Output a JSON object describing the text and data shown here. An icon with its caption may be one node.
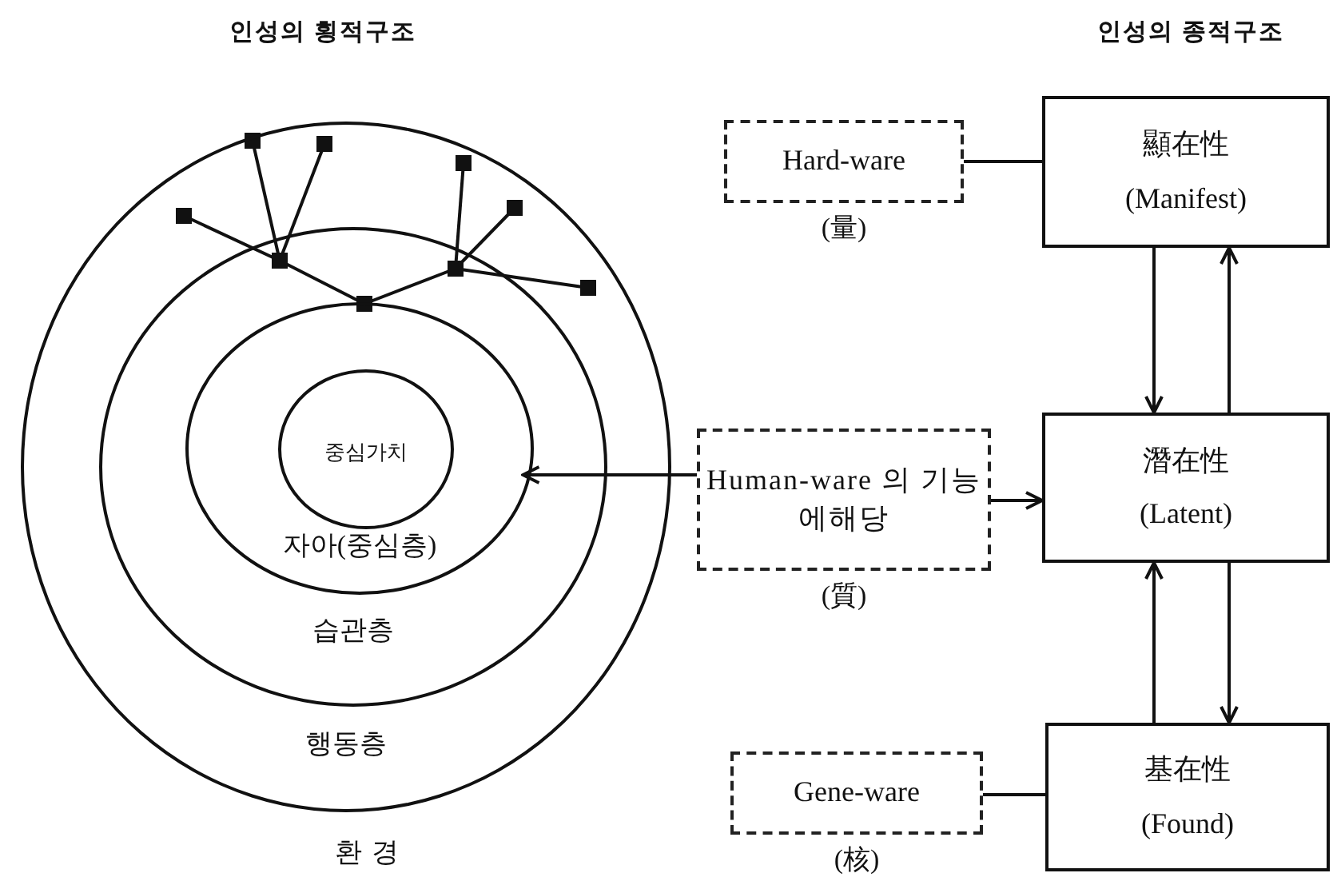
{
  "diagram": {
    "nodes": [
      {
        "text": [
          "행동층"
        ]
      },
      {
        "text": [
          "습관층"
        ],
        "in": 0
      },
      {
        "text": [
          "자아(중심층)"
        ],
        "in": 1
      },
      {
        "text": [
          "중심가치"
        ],
        "in": 2
      },
      {
        "text": [
          "Hard-ware"
        ],
        "beside": [
          "(量)"
        ]
      },
      {
        "text": [
          "顯在性",
          "(Manifest)"
        ]
      },
      {
        "text": [
          "Human-ware 의 기능에해당"
        ],
        "beside": [
          "(質)"
        ]
      },
      {
        "text": [
          "潛在性",
          "(Latent)"
        ]
      },
      {
        "text": [
          "Gene-ware"
        ],
        "beside": [
          "(核)"
        ]
      },
      {
        "text": [
          "基在性",
          "(Found)"
        ]
      }
    ],
    "edges": [
      {
        "from": 4,
        "to": 5,
        "arrow": "none"
      },
      {
        "from": 6,
        "to": 2,
        "arrow": "to"
      },
      {
        "from": 6,
        "to": 7,
        "arrow": "to"
      },
      {
        "from": 5,
        "to": 7,
        "arrow": "to"
      },
      {
        "from": 7,
        "to": 5,
        "arrow": "to"
      },
      {
        "from": 9,
        "to": 7,
        "arrow": "to"
      },
      {
        "from": 7,
        "to": 9,
        "arrow": "to"
      },
      {
        "from": 8,
        "to": 9,
        "arrow": "none"
      }
    ],
    "labels": [
      "인성의 횡적구조",
      "인성의 종적구조",
      "환 경"
    ]
  }
}
